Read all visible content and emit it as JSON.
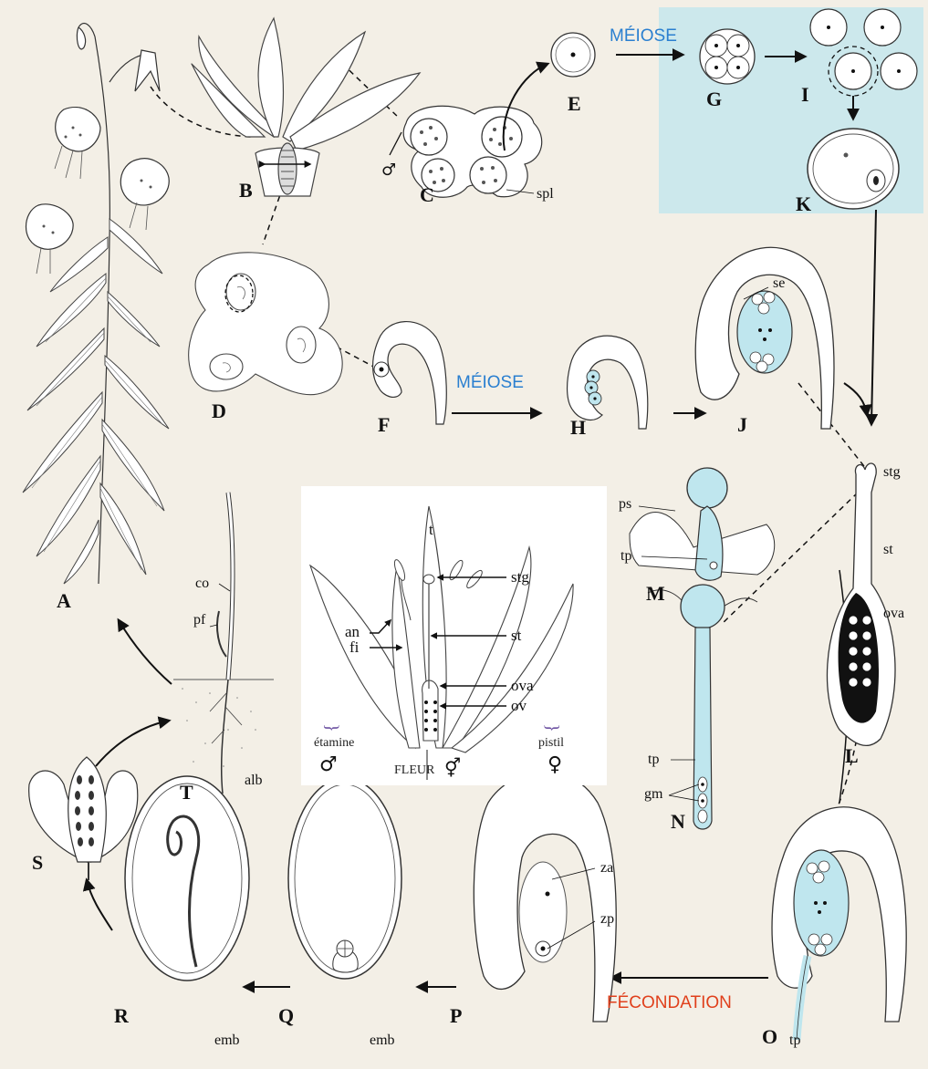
{
  "colors": {
    "paper": "#f3efe6",
    "haploid_blue": "#bfe6ee",
    "ink": "#222222",
    "meiose_blue": "#2a7fd0",
    "fecondation_red": "#e0401c"
  },
  "stage_labels": {
    "A": "A",
    "B": "B",
    "C": "C",
    "D": "D",
    "E": "E",
    "F": "F",
    "G": "G",
    "H": "H",
    "I": "I",
    "J": "J",
    "K": "K",
    "L": "L",
    "M": "M",
    "N": "N",
    "O": "O",
    "P": "P",
    "Q": "Q",
    "R": "R",
    "S": "S",
    "T": "T"
  },
  "process_labels": {
    "meiose_top": "MÉIOSE",
    "meiose_mid": "MÉIOSE",
    "fecondation": "FÉCONDATION"
  },
  "part_labels": {
    "spl": "spl",
    "se": "se",
    "stg_L": "stg",
    "st_L": "st",
    "ova_L": "ova",
    "ps": "ps",
    "tp_M": "tp",
    "tp_N": "tp",
    "gm": "gm",
    "tp_O": "tp",
    "za": "za",
    "zp": "zp",
    "alb": "alb",
    "emb_R": "emb",
    "emb_Q": "emb",
    "co": "co",
    "pf": "pf"
  },
  "flower_inset": {
    "t": "t",
    "stg": "stg",
    "an": "an",
    "fi": "fi",
    "st": "st",
    "ova": "ova",
    "ov": "ov",
    "etamine": "étamine",
    "pistil": "pistil",
    "male_symbol": "♂",
    "female_symbol": "♀",
    "caption": "FLEUR",
    "bisexual_symbol": "⚥"
  },
  "legend": {
    "bracket": "{",
    "bracket_close": "}"
  }
}
